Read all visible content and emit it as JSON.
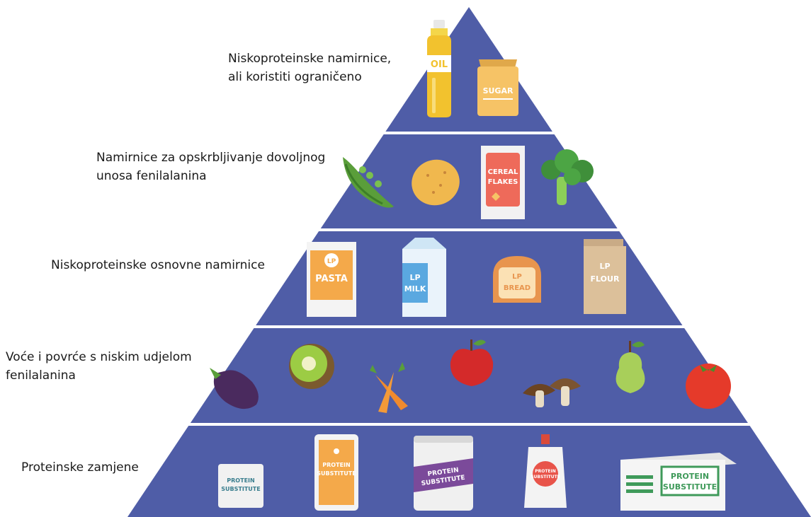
{
  "colors": {
    "tier_fill": "#4f5da7",
    "divider": "#ffffff",
    "background": "#ffffff"
  },
  "tiers": [
    {
      "label": "Niskoproteinske namirnice,\nali koristiti ograničeno",
      "items": [
        {
          "icon": "oil-bottle-icon",
          "text": "OIL"
        },
        {
          "icon": "sugar-bag-icon",
          "text": "SUGAR"
        }
      ]
    },
    {
      "label": "Namirnice za opskrbljivanje dovoljnog\nunosa fenilalanina",
      "items": [
        {
          "icon": "peas-pod-icon"
        },
        {
          "icon": "potato-icon"
        },
        {
          "icon": "cereal-box-icon",
          "text": "CEREAL FLAKES"
        },
        {
          "icon": "broccoli-icon"
        }
      ]
    },
    {
      "label": "Niskoproteinske osnovne namirnice",
      "items": [
        {
          "icon": "lp-pasta-box-icon",
          "text": "LP PASTA"
        },
        {
          "icon": "lp-milk-carton-icon",
          "text": "LP MILK"
        },
        {
          "icon": "lp-bread-icon",
          "text": "LP BREAD"
        },
        {
          "icon": "lp-flour-bag-icon",
          "text": "LP FLOUR"
        }
      ]
    },
    {
      "label": "Voće i povrće s niskim udjelom\nfenilalanina",
      "items": [
        {
          "icon": "eggplant-icon"
        },
        {
          "icon": "kiwi-icon"
        },
        {
          "icon": "carrots-icon"
        },
        {
          "icon": "apple-icon"
        },
        {
          "icon": "mushrooms-icon"
        },
        {
          "icon": "pear-icon"
        },
        {
          "icon": "tomato-icon"
        }
      ]
    },
    {
      "label": "Proteinske zamjene",
      "items": [
        {
          "icon": "protein-sachet-icon",
          "text": "PROTEIN SUBSTITUTE"
        },
        {
          "icon": "protein-pouch-icon",
          "text": "PROTEIN SUBSTITUTE"
        },
        {
          "icon": "protein-can-icon",
          "text": "PROTEIN SUBSTITUTE"
        },
        {
          "icon": "protein-squeeze-pouch-icon",
          "text": "PROTEIN SUBSTITUTE"
        },
        {
          "icon": "protein-box-icon",
          "text": "PROTEIN SUBSTITUTE"
        }
      ]
    }
  ]
}
